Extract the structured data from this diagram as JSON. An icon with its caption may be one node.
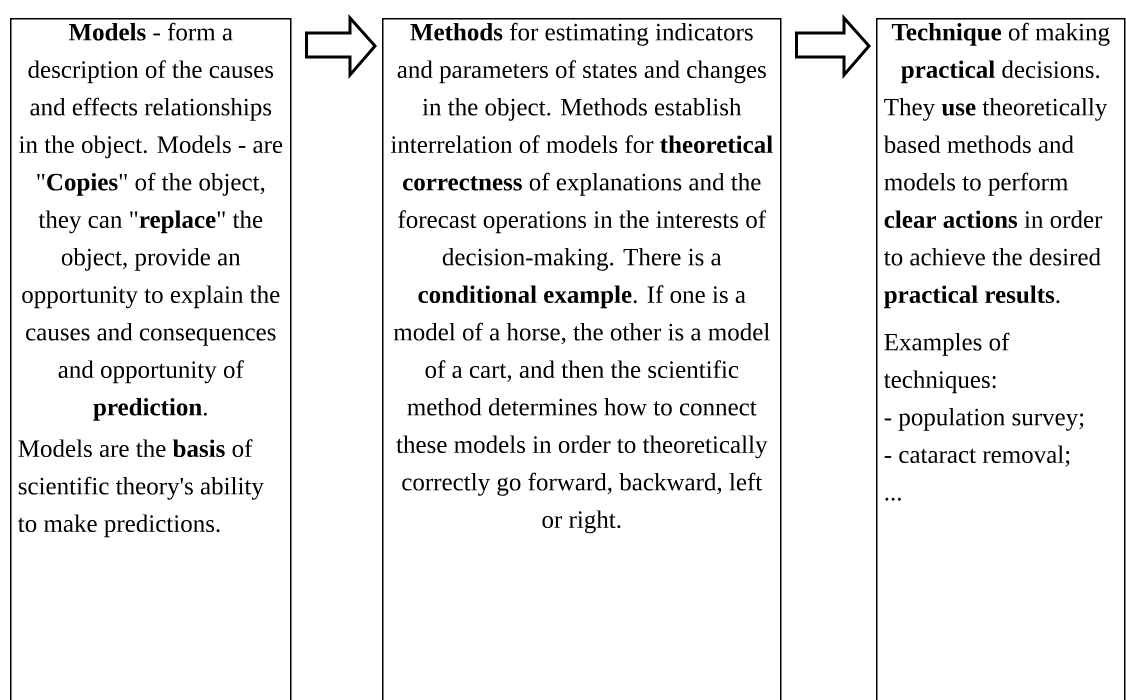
{
  "diagram": {
    "nodes": [
      {
        "text": [
          "**Models** - form a description of the causes and effects relationships in the object. Models - are \"**Copies**\" of the object, they can \"**replace**\" the object, provide an opportunity to explain the causes and consequences and opportunity of **prediction**.",
          "Models are the **basis** of scientific theory's ability to make predictions."
        ]
      },
      {
        "text": [
          "**Methods** for estimating indicators and parameters of states and changes in the object. Methods establish interrelation of models for **theoretical correctness** of explanations and the forecast operations in the interests of decision-making. There is a **conditional example**. If one is a model of a horse, the other is a model of a cart, and then the scientific method determines how to connect these models in order to theoretically correctly go forward, backward, left or right."
        ]
      },
      {
        "text": [
          "**Technique** of making **practical** decisions.",
          "They **use** theoretically based methods and models to perform **clear actions** in order to achieve the desired **practical results**.",
          "Examples of techniques:",
          "- population survey;",
          "- cataract removal;",
          "..."
        ]
      }
    ],
    "edges": [
      {
        "from": 0,
        "to": 1,
        "arrow": "to"
      },
      {
        "from": 1,
        "to": 2,
        "arrow": "to"
      }
    ]
  }
}
